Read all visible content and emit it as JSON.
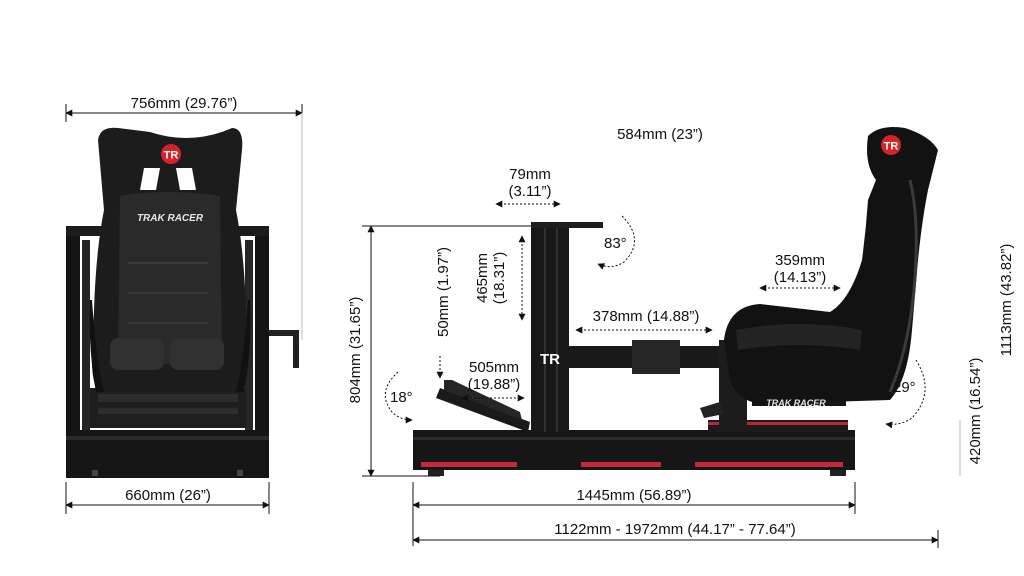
{
  "brand": {
    "badge": "TR",
    "seat_text": "TRAK RACER"
  },
  "front_view": {
    "top_width": "756mm (29.76”)",
    "bottom_width": "660mm (26”)"
  },
  "side_view": {
    "seat_width": "584mm (23”)",
    "wheel_plate_depth_1": "79mm",
    "wheel_plate_depth_2": "(3.11”)",
    "wheel_angle": "83°",
    "upright_height_1": "465mm",
    "upright_height_2": "(18.31”)",
    "pedal_riser": "50mm (1.97”)",
    "pedal_depth_1": "505mm",
    "pedal_depth_2": "(19.88”)",
    "pedal_angle": "18°",
    "overall_height_front": "804mm (31.65”)",
    "arm_length": "378mm (14.88”)",
    "seat_depth_1": "359mm",
    "seat_depth_2": "(14.13”)",
    "recline_angle": "29°",
    "seat_height": "420mm (16.54”)",
    "overall_height": "1113mm (43.82”)",
    "base_length": "1445mm (56.89”)",
    "total_length_range": "1122mm - 1972mm (44.17” - 77.64”)"
  }
}
